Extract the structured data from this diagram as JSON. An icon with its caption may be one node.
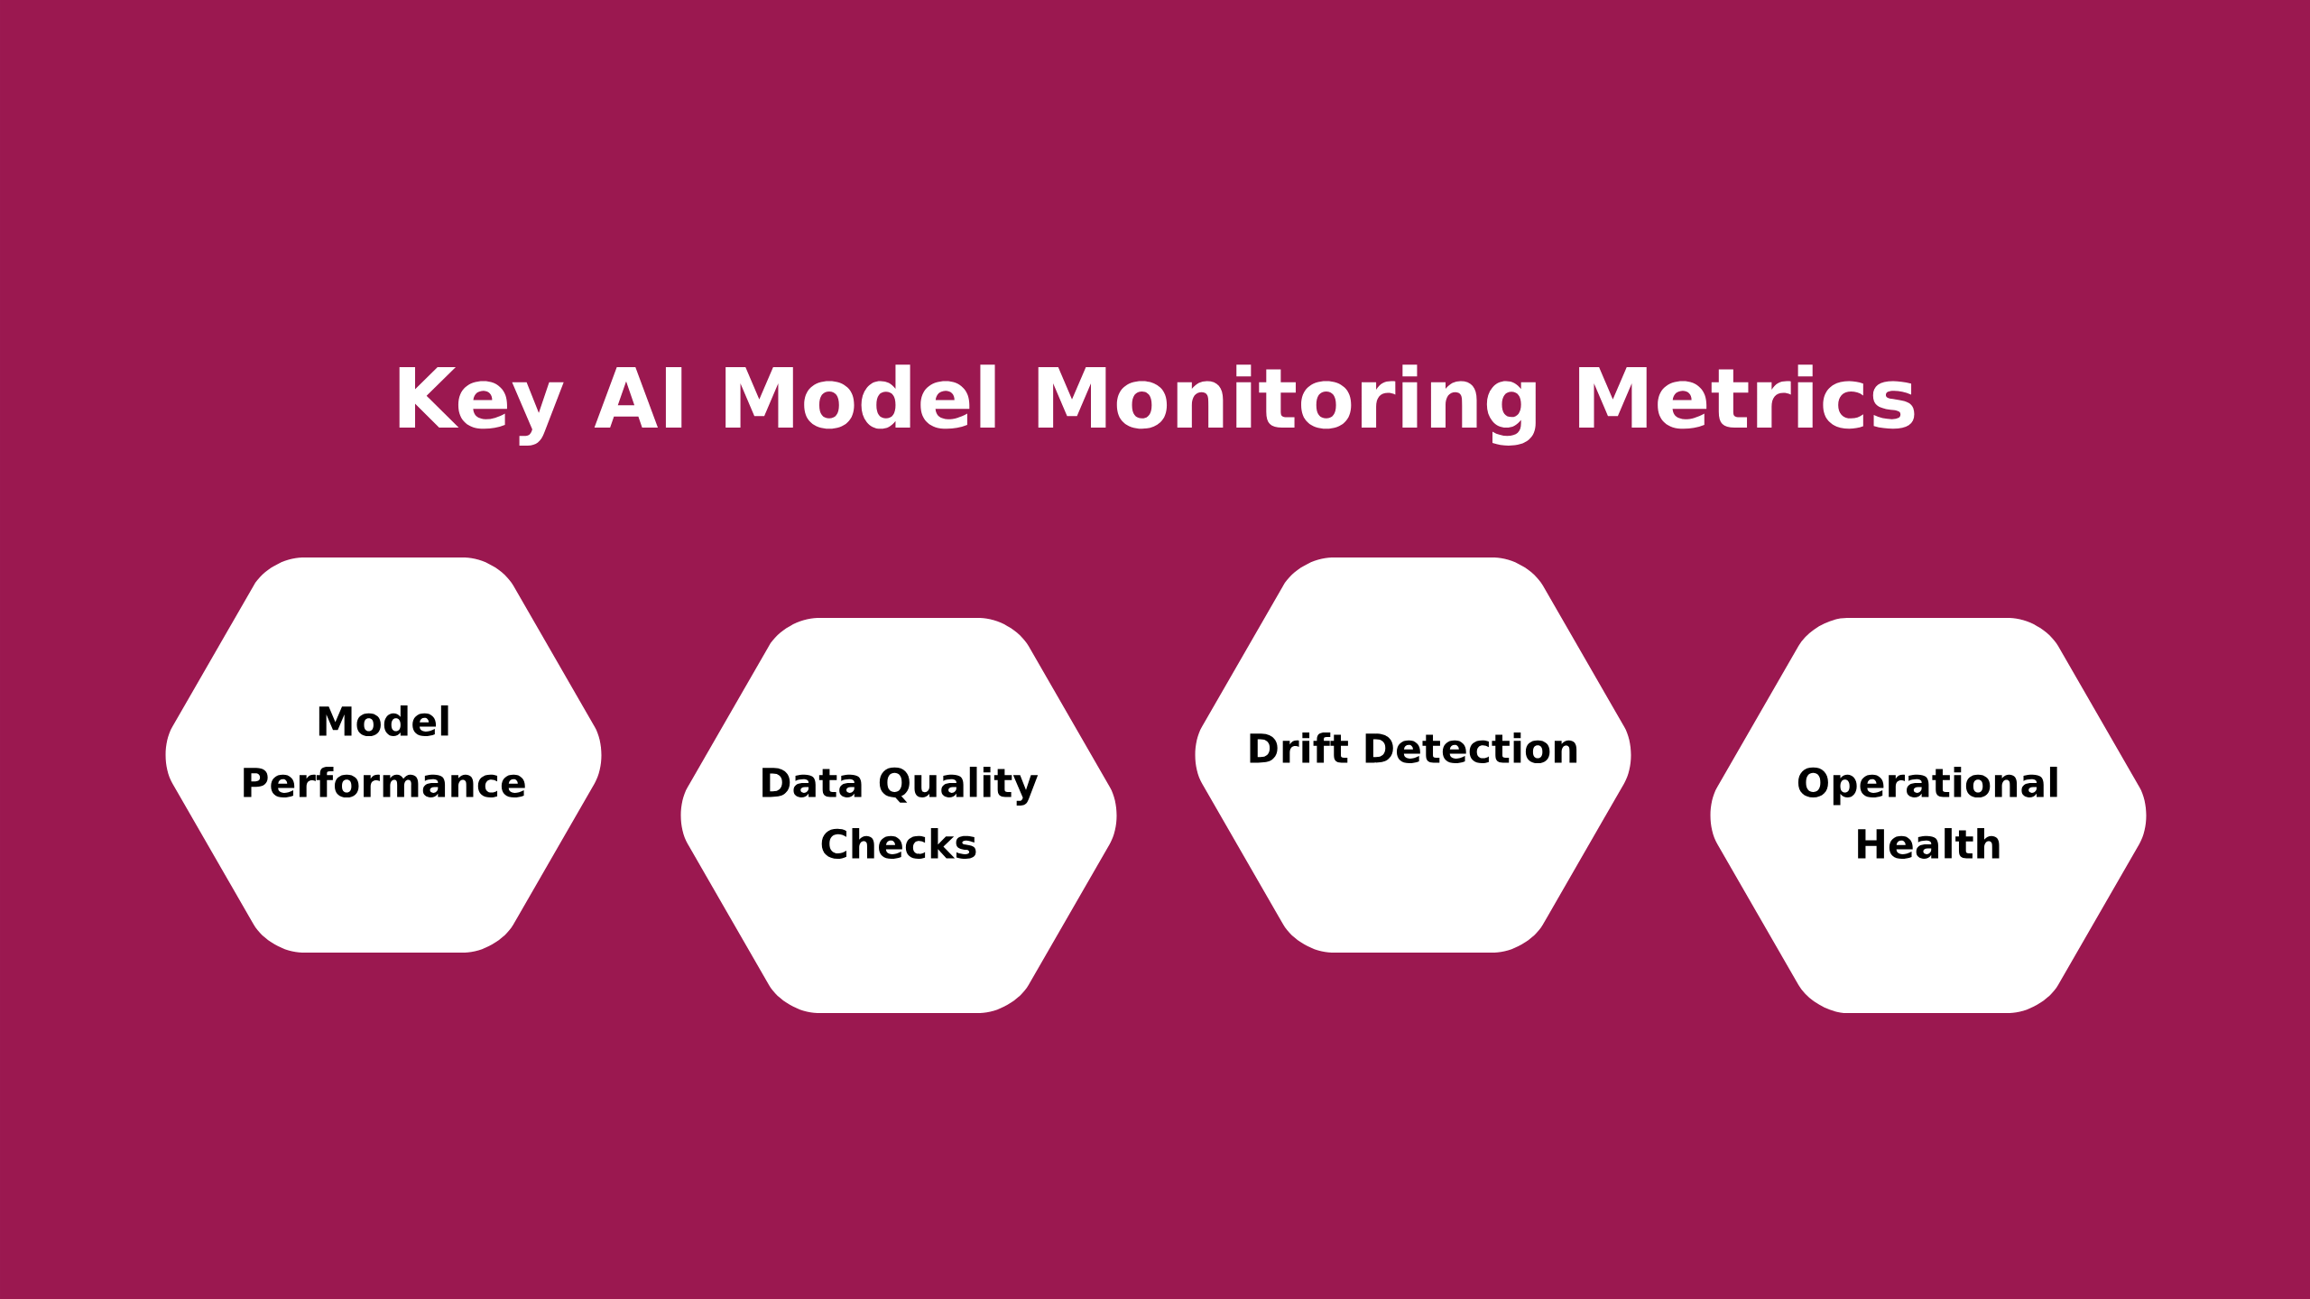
{
  "diagram": {
    "title": "Key AI Model Monitoring Metrics",
    "nodes": [
      {
        "text": [
          "Model Performance"
        ]
      },
      {
        "text": [
          "Data Quality Checks"
        ]
      },
      {
        "text": [
          "Drift Detection"
        ]
      },
      {
        "text": [
          "Operational Health"
        ]
      }
    ],
    "edges": []
  }
}
